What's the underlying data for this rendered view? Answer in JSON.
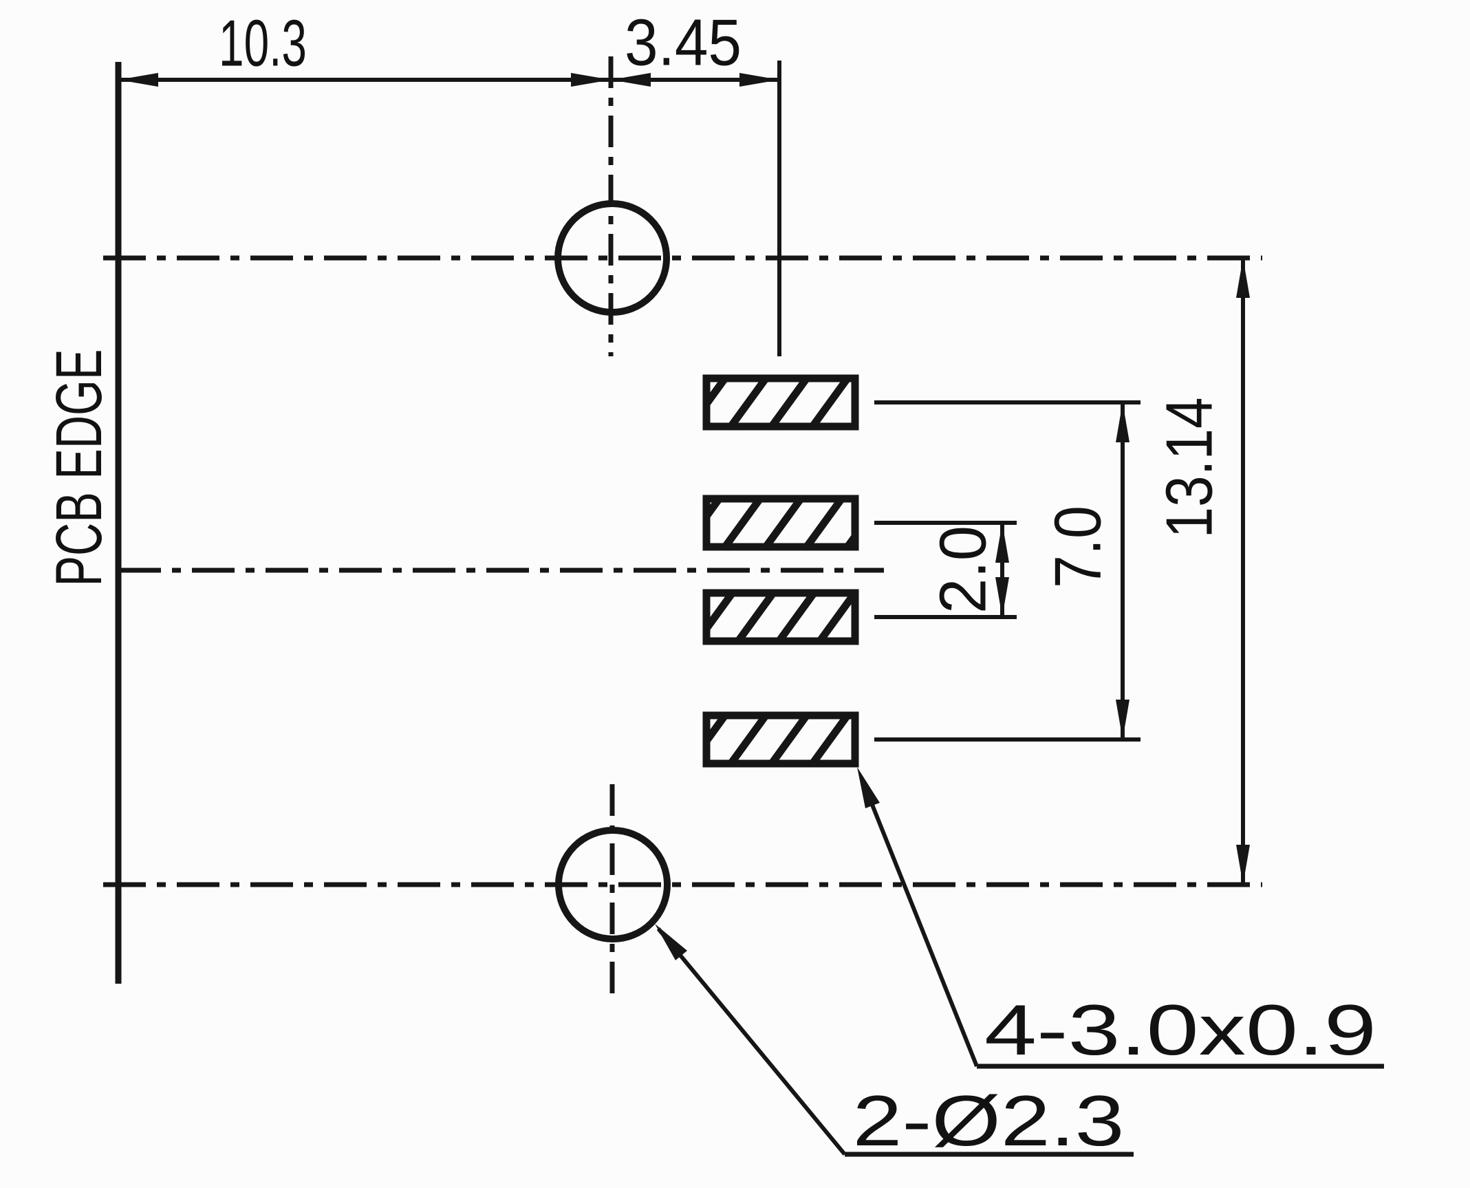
{
  "drawing": {
    "pcb_edge_label": "PCB EDGE",
    "dimensions": {
      "edge_to_hole": "10.3",
      "hole_to_pads": "3.45",
      "inner_pad_pitch": "2.0",
      "outer_pad_span": "7.0",
      "hole_span": "13.14"
    },
    "notes": {
      "pads": "4-3.0x0.9",
      "holes": "2-Ø2.3"
    }
  }
}
